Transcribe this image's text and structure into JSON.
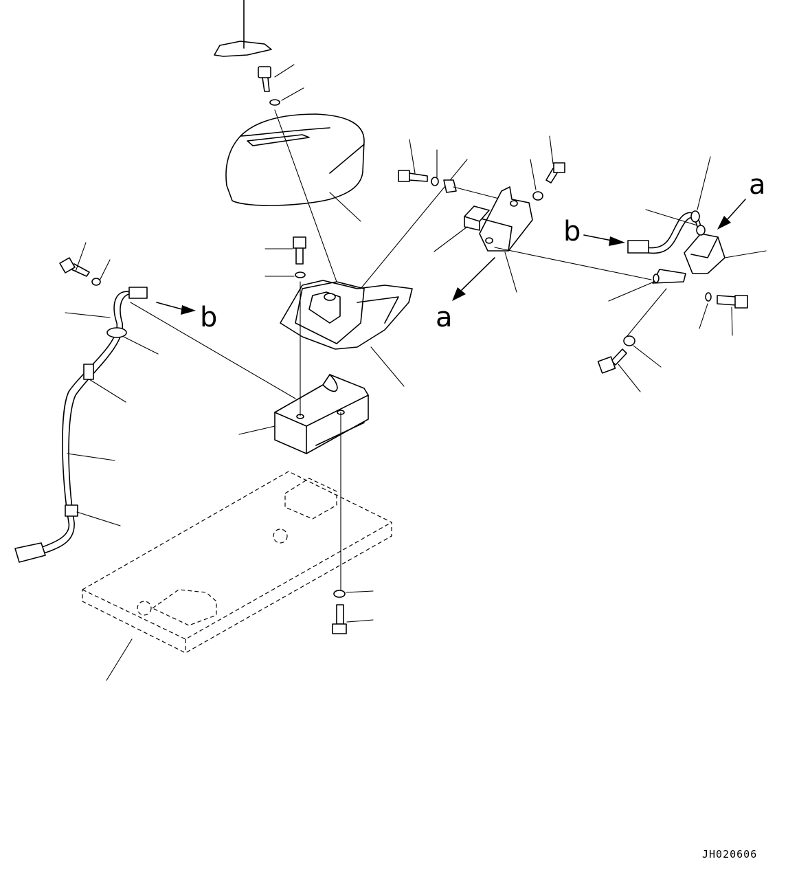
{
  "callouts": {
    "a": "a",
    "b": "b"
  },
  "drawing_number": "JH020606"
}
